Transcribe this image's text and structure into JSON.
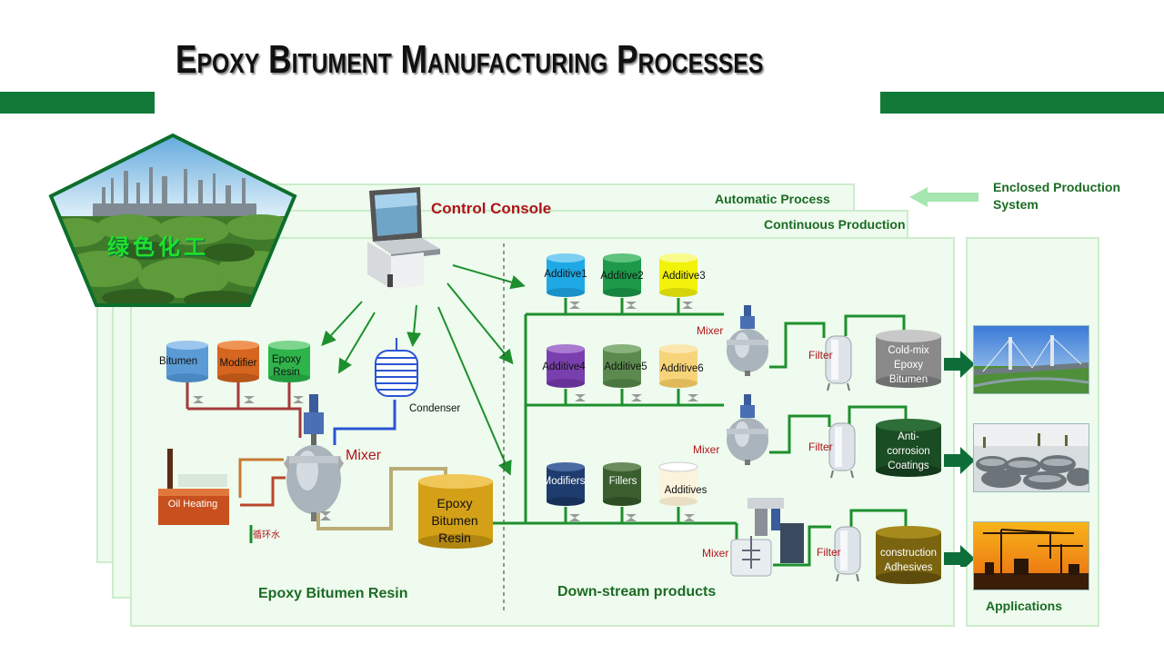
{
  "title": "Epoxy Bitument Manufacturing Processes",
  "panels": {
    "automatic": "Automatic Process",
    "continuous": "Continuous Production",
    "enclosed": "Enclosed Production System"
  },
  "badge_text": "绿色化工",
  "control_console": "Control Console",
  "sections": {
    "resin": "Epoxy Bitumen Resin",
    "downstream": "Down-stream products",
    "applications": "Applications"
  },
  "resin_tanks": [
    "Bitumen",
    "Modifier",
    "Epoxy Resin"
  ],
  "condenser": "Condenser",
  "mixer": "Mixer",
  "oil_heating": "Oil Heating",
  "circulating_water": "循环水",
  "product_tank": "Epoxy Bitumen Resin",
  "additive_rows": [
    [
      "Additive1",
      "Additive2",
      "Additive3"
    ],
    [
      "Additive4",
      "Additive5",
      "Additive6"
    ],
    [
      "Modifiers",
      "Fillers",
      "Additives"
    ]
  ],
  "filter": "Filter",
  "products": [
    "Cold-mix Epoxy Bitumen",
    "Anti-corrosion Coatings",
    "construction Adhesives"
  ],
  "colors": {
    "accent_green": "#117a38",
    "pipe_green": "#1e8f2e",
    "console_red": "#b0141b",
    "panel_bg": "#eefbee"
  }
}
